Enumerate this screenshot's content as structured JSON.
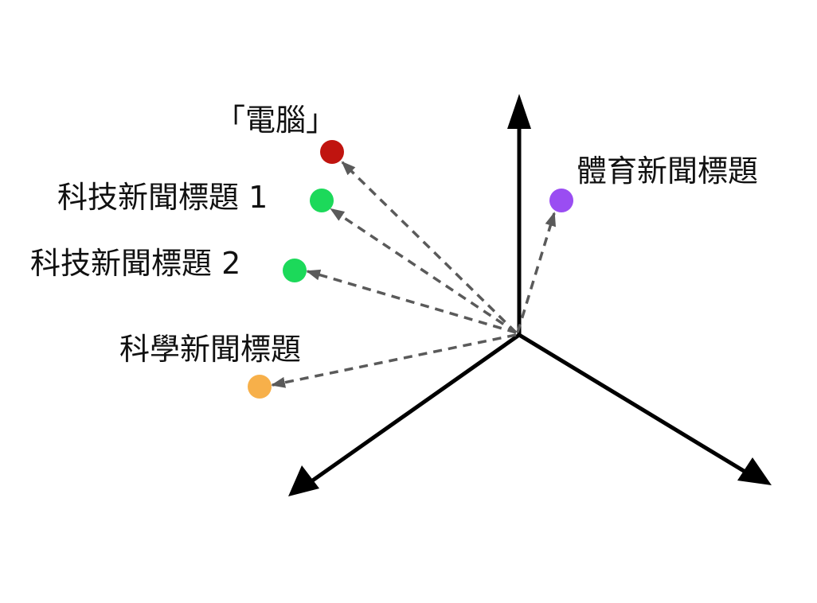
{
  "points": [
    {
      "id": "computer",
      "label": "「電腦」",
      "color": "#c0140f"
    },
    {
      "id": "tech1",
      "label": "科技新聞標題 1",
      "color": "#1cd95a"
    },
    {
      "id": "tech2",
      "label": "科技新聞標題 2",
      "color": "#1cd95a"
    },
    {
      "id": "science",
      "label": "科學新聞標題",
      "color": "#f7b04a"
    },
    {
      "id": "sports",
      "label": "體育新聞標題",
      "color": "#9a4df2"
    }
  ],
  "colors": {
    "axis": "#000000",
    "vector": "#5a5a5a",
    "text": "#111111"
  }
}
